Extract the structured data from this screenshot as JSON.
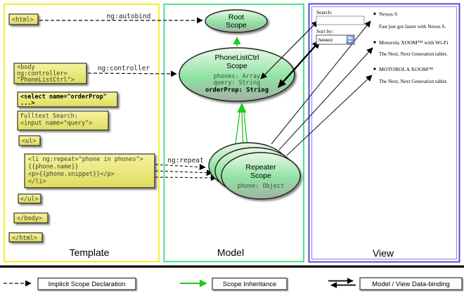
{
  "columns": {
    "template": "Template",
    "model": "Model",
    "view": "View"
  },
  "arrow_labels": {
    "autobind": "ng:autobind",
    "controller": "ng:controller",
    "repeat": "ng:repeat"
  },
  "code_boxes": {
    "html_open": {
      "lines": [
        "<html>"
      ]
    },
    "body_open": {
      "lines": [
        "<body",
        " ng:controller=",
        " \"PhoneListCtrl\">"
      ]
    },
    "select": {
      "lines": [
        "<select name=\"orderProp\"",
        "  ...>"
      ]
    },
    "fulltext": {
      "lines": [
        "Fulltext Search:",
        "  <input name=\"query\">"
      ]
    },
    "ul_open": {
      "lines": [
        "<ul>"
      ]
    },
    "li_repeat": {
      "lines": [
        "<li ng:repeat=\"phone in phones\">",
        "  {{phone.name}}",
        "  <p>{{phone.snippet}}</p>",
        "</li>"
      ]
    },
    "ul_close": {
      "lines": [
        "</ul>"
      ]
    },
    "body_close": {
      "lines": [
        "</body>"
      ]
    },
    "html_close": {
      "lines": [
        "</html>"
      ]
    }
  },
  "scopes": {
    "root": {
      "name": "Root",
      "type": "Scope"
    },
    "phone_list": {
      "name": "PhoneListCtrl",
      "type": "Scope",
      "prop1": "phones: Array",
      "prop2": "query: String",
      "prop3": "orderProp: String"
    },
    "repeater": {
      "name": "Repeater",
      "type": "Scope",
      "prop1": "phone: Object"
    }
  },
  "view_panel": {
    "search_label": "Search:",
    "sort_label": "Sort by:",
    "sort_value": "Newest",
    "items": [
      {
        "title": "Nexus S",
        "desc": "Fast just got faster with Nexus S."
      },
      {
        "title": "Motorola XOOM™ with Wi-Fi",
        "desc": "The Next, Next Generation tablet."
      },
      {
        "title": "MOTOROLA XOOM™",
        "desc": "The Next, Next Generation tablet."
      }
    ]
  },
  "legend": {
    "implicit": "Implicit Scope Declaration",
    "inheritance": "Scope Inheritance",
    "binding": "Model / View Data-binding"
  },
  "colors": {
    "template_border": "#f2ee2b",
    "model_border": "#4ee28f",
    "view_border": "#5a4bcd",
    "code_box_fill": "#eeeb74",
    "scope_fill": "#8fe2a2",
    "inheritance_arrow": "#1ec91e"
  }
}
